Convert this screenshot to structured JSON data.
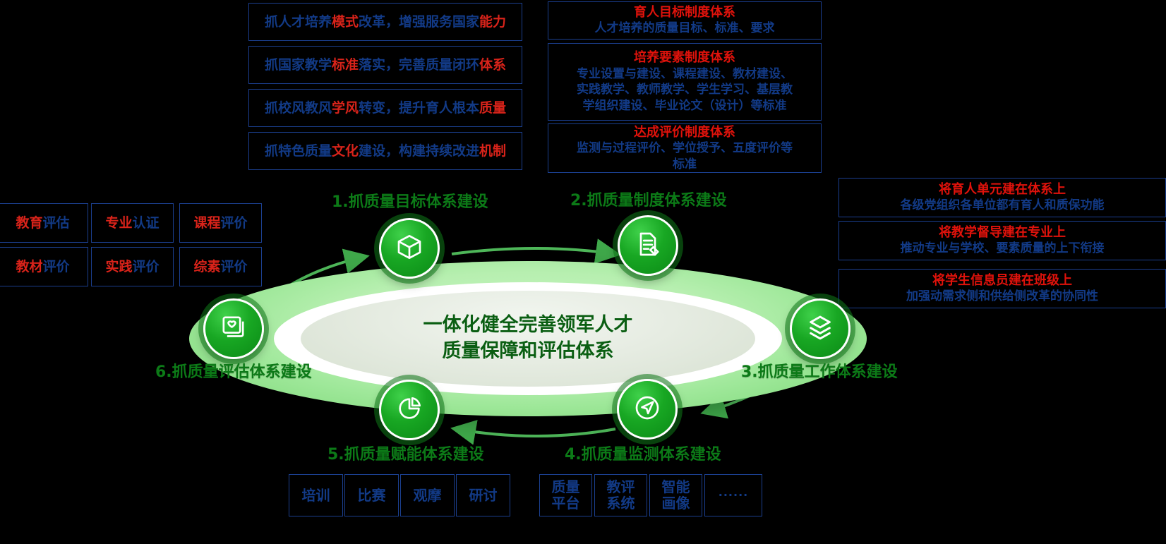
{
  "hub": {
    "line1": "一体化健全完善领军人才",
    "line2": "质量保障和评估体系"
  },
  "top_left_statements": [
    {
      "p1": "抓人才培养",
      "p2": "模式",
      "p3": "改革，增强服务国家",
      "p4": "能力"
    },
    {
      "p1": "抓国家教学",
      "p2": "标准",
      "p3": "落实，完善质量闭环",
      "p4": "体系"
    },
    {
      "p1": "抓校风教风",
      "p2": "学风",
      "p3": "转变，提升育人根本",
      "p4": "质量"
    },
    {
      "p1": "抓特色质量",
      "p2": "文化",
      "p3": "建设，构建持续改进",
      "p4": "机制"
    }
  ],
  "top_right_boxes": [
    {
      "title": "育人目标制度体系",
      "lines": [
        "人才培养的质量目标、标准、要求"
      ]
    },
    {
      "title": "培养要素制度体系",
      "lines": [
        "专业设置与建设、课程建设、教材建设、",
        "实践教学、教师教学、学生学习、基层教",
        "学组织建设、毕业论文（设计）等标准"
      ]
    },
    {
      "title": "达成评价制度体系",
      "lines": [
        "监测与过程评价、学位授予、五度评价等",
        "标准"
      ]
    }
  ],
  "left_grid": [
    {
      "red": "教育",
      "blue": "评估"
    },
    {
      "red": "专业",
      "blue": "认证"
    },
    {
      "red": "课程",
      "blue": "评价"
    },
    {
      "red": "教材",
      "blue": "评价"
    },
    {
      "red": "实践",
      "blue": "评价"
    },
    {
      "red": "综素",
      "blue": "评价"
    }
  ],
  "right_boxes": [
    {
      "title": "将育人单元建在体系上",
      "sub": "各级党组织各单位都有育人和质保功能"
    },
    {
      "title": "将教学督导建在专业上",
      "sub": "推动专业与学校、要素质量的上下衔接"
    },
    {
      "title": "将学生信息员建在班级上",
      "sub": "加强动需求侧和供给侧改革的协同性"
    }
  ],
  "nodes": [
    {
      "num": "1.",
      "label": "1.抓质量目标体系建设",
      "icon": "cube-icon"
    },
    {
      "num": "2.",
      "label": "2.抓质量制度体系建设",
      "icon": "document-edit-icon"
    },
    {
      "num": "3.",
      "label": "3.抓质量工作体系建设",
      "icon": "layers-icon"
    },
    {
      "num": "4.",
      "label": "4.抓质量监测体系建设",
      "icon": "paper-plane-icon"
    },
    {
      "num": "5.",
      "label": "5.抓质量赋能体系建设",
      "icon": "pie-chart-icon"
    },
    {
      "num": "6.",
      "label": "6.抓质量评估体系建设",
      "icon": "heart-card-icon"
    }
  ],
  "bottom_left_boxes": [
    "培训",
    "比赛",
    "观摩",
    "研讨"
  ],
  "bottom_right_boxes": [
    {
      "l1": "质量",
      "l2": "平台"
    },
    {
      "l1": "教评",
      "l2": "系统"
    },
    {
      "l1": "智能",
      "l2": "画像"
    },
    {
      "l1": "······",
      "l2": ""
    }
  ],
  "colors": {
    "accent_red": "#e0120b",
    "accent_blue": "#123a86",
    "green_dark": "#0c7a17",
    "ring_green": "#9fe89a"
  }
}
